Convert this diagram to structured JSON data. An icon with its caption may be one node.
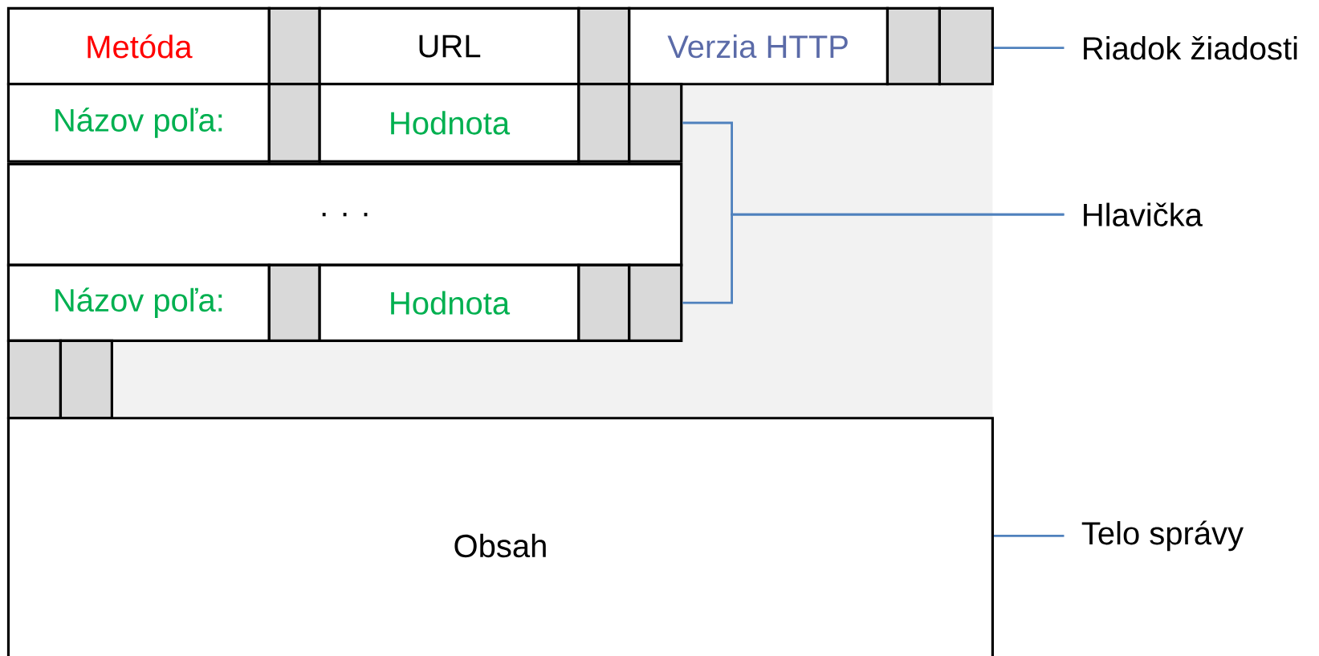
{
  "diagram": {
    "nodes": [
      {
        "text": [
          "Metóda"
        ]
      },
      {
        "text": [],
        "shape": "box"
      },
      {
        "text": [
          "URL"
        ]
      },
      {
        "text": [],
        "shape": "box"
      },
      {
        "text": [
          "Verzia HTTP"
        ]
      },
      {
        "text": [],
        "shape": "box"
      },
      {
        "text": [],
        "shape": "box"
      },
      {
        "text": [
          "Riadok žiadosti"
        ]
      },
      {
        "text": [
          "Názov poľa:"
        ]
      },
      {
        "text": [],
        "shape": "box"
      },
      {
        "text": [
          "Hodnota"
        ]
      },
      {
        "text": [],
        "shape": "box"
      },
      {
        "text": [],
        "shape": "box"
      },
      {
        "text": [
          ". . ."
        ]
      },
      {
        "text": [
          "Hlavička"
        ]
      },
      {
        "text": [
          "Názov poľa:"
        ]
      },
      {
        "text": [],
        "shape": "box"
      },
      {
        "text": [
          "Hodnota"
        ]
      },
      {
        "text": [],
        "shape": "box"
      },
      {
        "text": [],
        "shape": "box"
      },
      {
        "text": [],
        "shape": "box"
      },
      {
        "text": [],
        "shape": "box"
      },
      {
        "text": [
          "Obsah"
        ]
      },
      {
        "text": [
          "Telo správy"
        ]
      }
    ],
    "edges": [
      {
        "from": 6,
        "to": 7,
        "arrow": "none"
      },
      {
        "from": 12,
        "to": 14,
        "arrow": "none"
      },
      {
        "from": 19,
        "to": 14,
        "arrow": "none"
      },
      {
        "from": 22,
        "to": 23,
        "arrow": "none"
      }
    ]
  }
}
